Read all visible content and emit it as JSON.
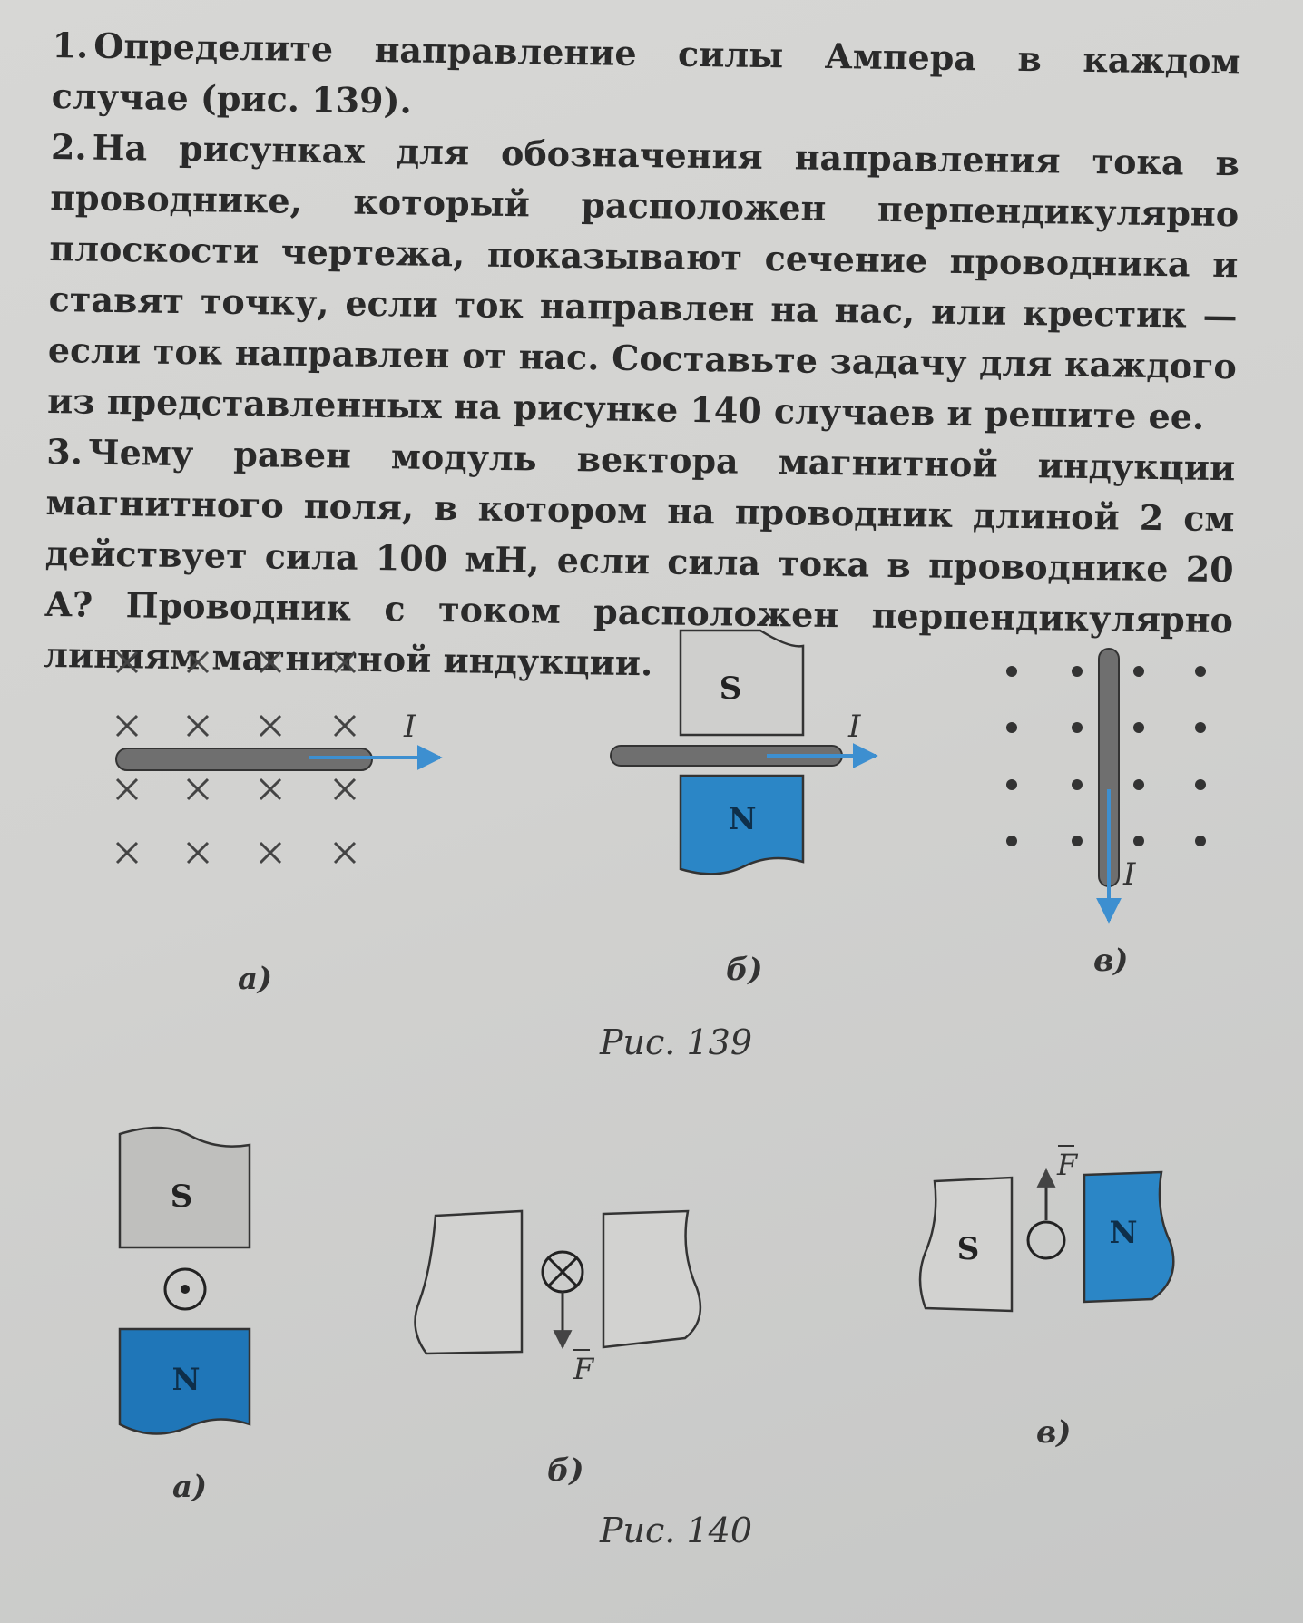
{
  "problems": [
    {
      "number": "1.",
      "text": "Определите направление силы Ампера в каждом случае (рис. 139)."
    },
    {
      "number": "2.",
      "text": "На рисунках для обозначения направления тока в проводнике, который расположен перпендикулярно плоскости чертежа, показывают сечение проводника и ставят точку, если ток направлен на нас, или крестик — если ток направлен от нас. Составьте задачу для каждого из представленных на рисунке 140 случаев и решите ее."
    },
    {
      "number": "3.",
      "text": "Чему равен модуль вектора магнитной индукции магнитного поля, в котором на проводник длиной 2 см действует сила 100 мН, если сила тока в проводнике 20 А? Проводник с током расположен перпендикулярно линиям магнитной индукции."
    }
  ],
  "fig139": {
    "caption": "Рис. 139",
    "current_label": "I",
    "pole_s": "S",
    "pole_n": "N",
    "sub_a": "а)",
    "sub_b": "б)",
    "sub_c": "в)"
  },
  "fig140": {
    "caption": "Рис. 140",
    "force_label": "F",
    "pole_s": "S",
    "pole_n": "N",
    "sub_a": "а)",
    "sub_b": "б)",
    "sub_c": "в)"
  },
  "colors": {
    "magnet_n": "#2b86c6",
    "magnet_s": "#cfcfcd",
    "arrow": "#3d8fd0",
    "conductor": "#6f6f6f"
  }
}
